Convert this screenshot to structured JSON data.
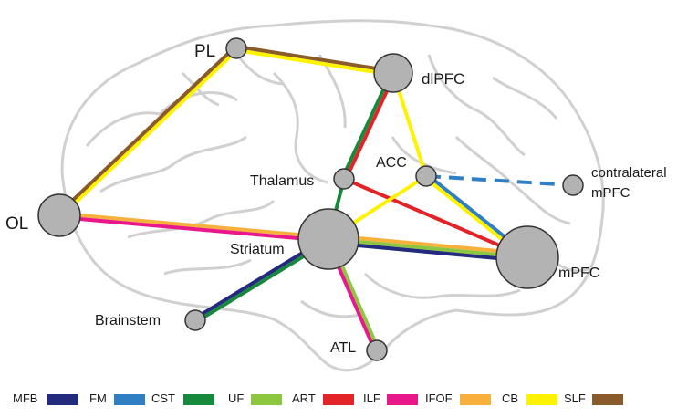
{
  "palette": {
    "MFB": "#232b7e",
    "FM": "#2f7fc4",
    "CST": "#17893c",
    "UF": "#8dc63f",
    "ART": "#e22428",
    "ILF": "#e8178a",
    "IFOF": "#f7b03b",
    "CB": "#fff200",
    "SLF": "#8a5a2b",
    "node_fill": "#b3b3b3",
    "node_stroke": "#333333",
    "brain_outline": "#d0d0d0"
  },
  "nodes": [
    {
      "id": "PL",
      "label": "PL"
    },
    {
      "id": "dlPFC",
      "label": "dlPFC"
    },
    {
      "id": "OL",
      "label": "OL"
    },
    {
      "id": "Thalamus",
      "label": "Thalamus"
    },
    {
      "id": "ACC",
      "label": "ACC"
    },
    {
      "id": "contralateral_mPFC",
      "label_line1": "contralateral",
      "label_line2": "mPFC"
    },
    {
      "id": "Striatum",
      "label": "Striatum"
    },
    {
      "id": "mPFC",
      "label": "mPFC"
    },
    {
      "id": "Brainstem",
      "label": "Brainstem"
    },
    {
      "id": "ATL",
      "label": "ATL"
    }
  ],
  "connections": [
    {
      "from": "PL",
      "to": "dlPFC",
      "tracts": [
        "SLF",
        "CB"
      ]
    },
    {
      "from": "PL",
      "to": "OL",
      "tracts": [
        "CB",
        "SLF"
      ]
    },
    {
      "from": "dlPFC",
      "to": "Thalamus",
      "tracts": [
        "ART",
        "CST"
      ]
    },
    {
      "from": "dlPFC",
      "to": "ACC",
      "tracts": [
        "CB"
      ]
    },
    {
      "from": "Thalamus",
      "to": "Striatum",
      "tracts": [
        "CST"
      ]
    },
    {
      "from": "Thalamus",
      "to": "mPFC",
      "tracts": [
        "ART"
      ]
    },
    {
      "from": "ACC",
      "to": "Striatum",
      "tracts": [
        "CB"
      ]
    },
    {
      "from": "ACC",
      "to": "mPFC",
      "tracts": [
        "FM",
        "CB"
      ]
    },
    {
      "from": "ACC",
      "to": "contralateral_mPFC",
      "tracts": [
        "FM"
      ],
      "dashed": true
    },
    {
      "from": "OL",
      "to": "Striatum",
      "tracts": [
        "IFOF",
        "ILF"
      ]
    },
    {
      "from": "Striatum",
      "to": "mPFC",
      "tracts": [
        "IFOF",
        "UF",
        "MFB"
      ]
    },
    {
      "from": "Striatum",
      "to": "Brainstem",
      "tracts": [
        "CST",
        "MFB"
      ]
    },
    {
      "from": "Striatum",
      "to": "ATL",
      "tracts": [
        "UF",
        "ILF"
      ]
    }
  ],
  "legend": [
    {
      "label": "MFB",
      "tract": "MFB"
    },
    {
      "label": "FM",
      "tract": "FM"
    },
    {
      "label": "CST",
      "tract": "CST"
    },
    {
      "label": "UF",
      "tract": "UF"
    },
    {
      "label": "ART",
      "tract": "ART"
    },
    {
      "label": "ILF",
      "tract": "ILF"
    },
    {
      "label": "IFOF",
      "tract": "IFOF"
    },
    {
      "label": "CB",
      "tract": "CB"
    },
    {
      "label": "SLF",
      "tract": "SLF"
    }
  ]
}
